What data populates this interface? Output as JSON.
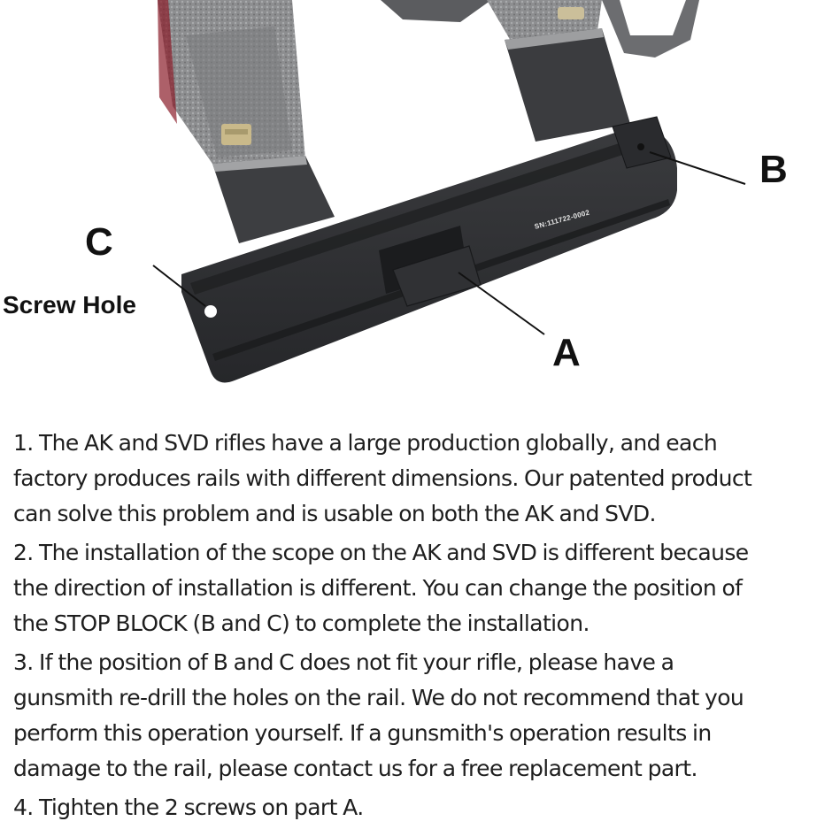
{
  "figure": {
    "callouts": {
      "a": {
        "letter": "A"
      },
      "b": {
        "letter": "B"
      },
      "c": {
        "letter": "C",
        "sublabel": "Screw Hole"
      }
    },
    "serial_number": "SN:111722-0002",
    "colors": {
      "rail": "#2f3033",
      "rail_edge": "#1c1d1f",
      "ring_metal": "#8a8b8d",
      "ring_dark": "#4a4b4e",
      "background": "#ffffff"
    }
  },
  "instructions": [
    {
      "number": "1.",
      "lines": [
        "1. The AK and SVD rifles have a large production globally, and each",
        "factory produces rails with different dimensions. Our patented product",
        "can solve this problem and is usable on both the AK and SVD."
      ]
    },
    {
      "number": "2.",
      "lines": [
        "2. The installation of the scope on the AK and SVD is different because",
        "the direction of installation is different. You can change the position of",
        "the STOP BLOCK (B and C) to complete the installation."
      ]
    },
    {
      "number": "3.",
      "lines": [
        "3. If the position of B and C does not fit your rifle, please have a",
        "gunsmith re-drill the holes on the rail. We do not recommend that you",
        "perform this operation yourself. If a gunsmith's operation results in",
        "damage to the rail, please contact us for a free replacement part."
      ]
    },
    {
      "number": "4.",
      "lines": [
        "4. Tighten the 2 screws on part A."
      ]
    }
  ]
}
